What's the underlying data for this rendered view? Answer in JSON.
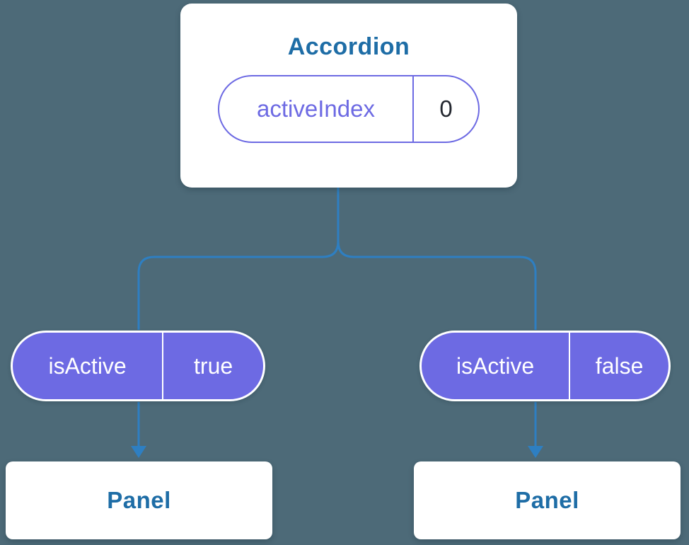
{
  "colors": {
    "background": "#4d6a78",
    "connector": "#2e7fc2",
    "purple": "#6d6ae3",
    "heading": "#1e6da6",
    "value_dark": "#23272f",
    "card": "#ffffff"
  },
  "root": {
    "title": "Accordion",
    "state": {
      "name": "activeIndex",
      "value": "0"
    }
  },
  "children": [
    {
      "state": {
        "name": "isActive",
        "value": "true"
      },
      "panel_label": "Panel"
    },
    {
      "state": {
        "name": "isActive",
        "value": "false"
      },
      "panel_label": "Panel"
    }
  ]
}
